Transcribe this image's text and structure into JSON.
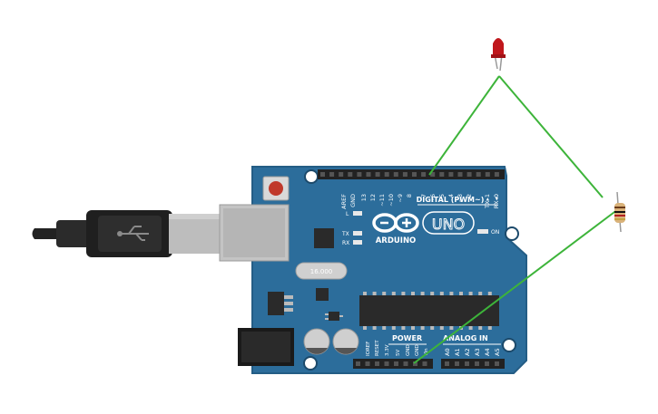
{
  "canvas": {
    "background": "#ffffff"
  },
  "board": {
    "model": "UNO",
    "brand": "ARDUINO",
    "color": "#2c6d9b",
    "header_top_labels": [
      "AREF",
      "GND",
      "13",
      "12",
      "~11",
      "~10",
      "~9",
      "8",
      "7",
      "~6",
      "~5",
      "4",
      "~3",
      "2",
      "TX▸1",
      "RX◂0"
    ],
    "digital_label": "DIGITAL (PWM~)",
    "led_labels": {
      "l": "L",
      "tx": "TX",
      "rx": "RX",
      "on": "ON"
    },
    "crystal_label": "16.000",
    "power_label": "POWER",
    "analog_label": "ANALOG IN",
    "power_pins": [
      "IOREF",
      "RESET",
      "3.3V",
      "5V",
      "GND",
      "GND",
      "Vin"
    ],
    "analog_pins": [
      "A0",
      "A1",
      "A2",
      "A3",
      "A4",
      "A5"
    ]
  },
  "components": {
    "led": {
      "color": "#c0171c"
    },
    "resistor": {
      "color": "#d9b27a"
    },
    "usb_cable": {
      "color": "#2b2b2b"
    }
  },
  "wires": {
    "color": "#3db43a"
  }
}
